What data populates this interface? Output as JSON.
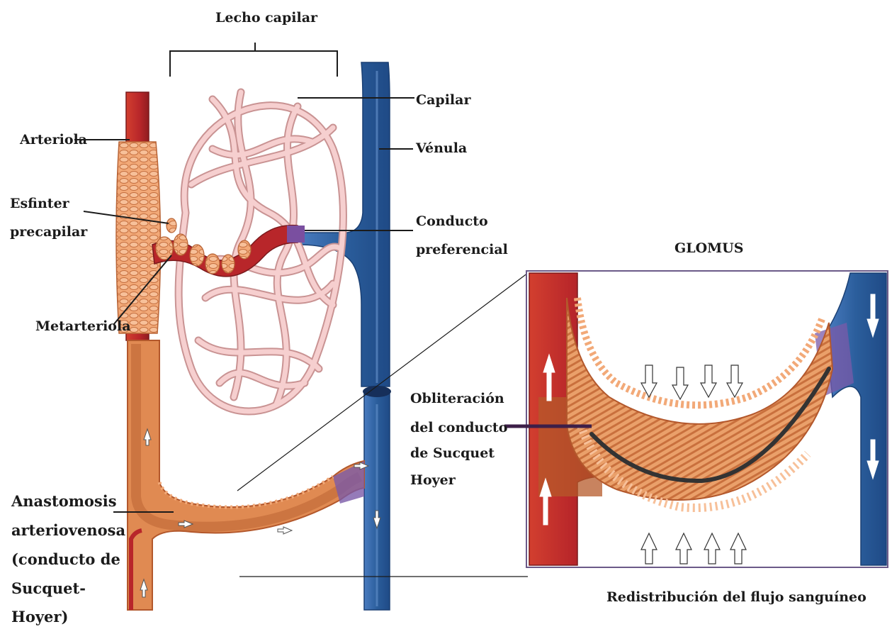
{
  "labels": {
    "lecho_capilar": "Lecho capilar",
    "capilar": "Capilar",
    "arteriola": "Arteriola",
    "venula": "Vénula",
    "esfinter_1": "Esfinter",
    "esfinter_2": "precapilar",
    "conducto_1": "Conducto",
    "conducto_2": "preferencial",
    "metarteriola": "Metarteriola",
    "glomus": "GLOMUS",
    "obliteracion_1": "Obliteración",
    "obliteracion_2": "del conducto",
    "obliteracion_3": "de Sucquet",
    "obliteracion_4": "Hoyer",
    "anastomosis_1": "Anastomosis",
    "anastomosis_2": "arteriovenosa",
    "anastomosis_3": "(conducto de",
    "anastomosis_4": "Sucquet-",
    "anastomosis_5": "Hoyer)",
    "redistribucion": "Redistribución del flujo sanguíneo"
  },
  "colors": {
    "artery_red": "#b8262a",
    "artery_orange": "#e08a52",
    "muscle_tan": "#f2a978",
    "vein_blue": "#2b5e9c",
    "vein_dark": "#1f4a86",
    "capillary_pink": "#f6cfcf",
    "capillary_outline": "#c99393",
    "glomus_frame": "#6b5a88",
    "leader": "#1b1b1b",
    "obliteration_line": "#333333",
    "obliteration_leader": "#3d1f48"
  }
}
